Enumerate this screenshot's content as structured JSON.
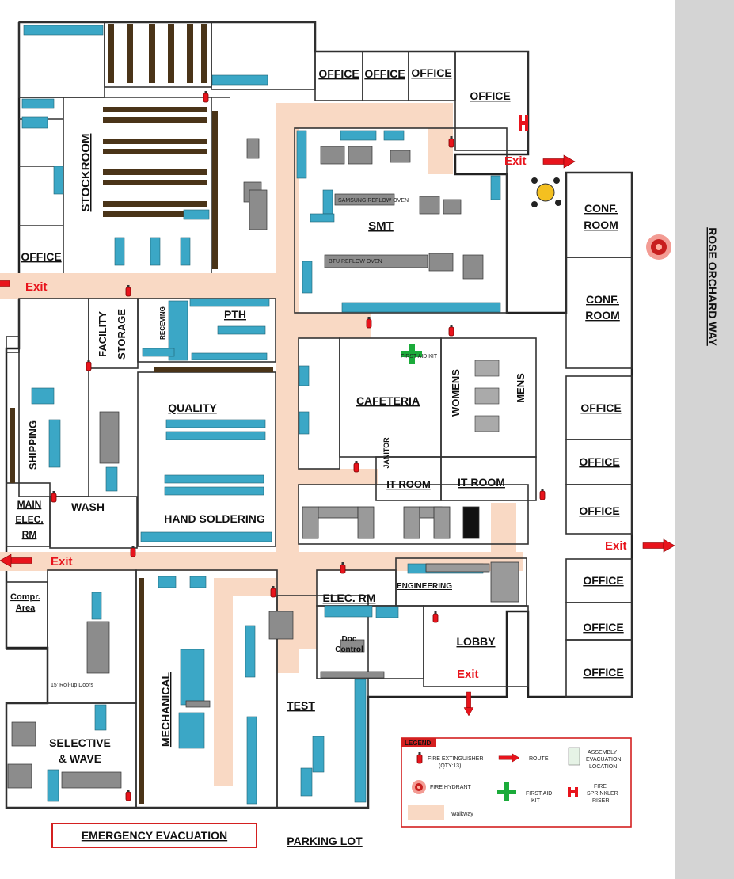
{
  "street": "ROSE ORCHARD WAY",
  "parking_lot": "PARKING LOT",
  "emergency_title": "EMERGENCY EVACUATION",
  "rooms": {
    "office_top1": "OFFICE",
    "office_top2": "OFFICE",
    "office_top3": "OFFICE",
    "office_top4": "OFFICE",
    "stockroom": "STOCKROOM",
    "office_left": "OFFICE",
    "smt": "SMT",
    "conf1_a": "CONF.",
    "conf1_b": "ROOM",
    "conf2_a": "CONF.",
    "conf2_b": "ROOM",
    "facility_a": "FACILITY",
    "facility_b": "STORAGE",
    "receiving": "RECEVING",
    "pth": "PTH",
    "quality": "QUALITY",
    "cafeteria": "CAFETERIA",
    "womens": "WOMENS",
    "mens": "MENS",
    "janitor": "JANITOR",
    "shipping": "SHIPPING",
    "main_elec_a": "MAIN",
    "main_elec_b": "ELEC.",
    "main_elec_c": "RM",
    "wash": "WASH",
    "hand_soldering": "HAND SOLDERING",
    "it_room1": "IT ROOM",
    "it_room2": "IT ROOM",
    "office_r1": "OFFICE",
    "office_r2": "OFFICE",
    "office_r3": "OFFICE",
    "office_r4": "OFFICE",
    "office_r5": "OFFICE",
    "office_r6": "OFFICE",
    "compr_a": "Compr.",
    "compr_b": "Area",
    "elec_rm": "ELEC. RM",
    "engineering": "ENGINEERING",
    "doc_a": "Doc",
    "doc_b": "Control",
    "lobby": "LOBBY",
    "mechanical": "MECHANICAL",
    "test": "TEST",
    "selective_a": "SELECTIVE",
    "selective_b": "& WAVE"
  },
  "exits": {
    "top": "Exit",
    "left": "Exit",
    "bottom_left": "Exit",
    "right": "Exit",
    "lobby": "Exit"
  },
  "notes": {
    "rollup": "15' Roll-up Doors",
    "reflow_oven": "BTU REFLOW OVEN",
    "first_aid_sign": "FIRST AID KIT",
    "samsung_oven": "SAMSUNG REFLOW OVEN"
  },
  "legend": {
    "title": "LEGEND",
    "extinguisher": "FIRE EXTINGUISHER",
    "extinguisher_qty": "(QTY:13)",
    "route": "ROUTE",
    "assembly_a": "ASSEMBLY",
    "assembly_b": "EVACUATION",
    "assembly_c": "LOCATION",
    "hydrant": "FIRE HYDRANT",
    "first_aid_a": "FIRST AID",
    "first_aid_b": "KIT",
    "riser_a": "FIRE",
    "riser_b": "SPRINKLER",
    "riser_c": "RISER",
    "walkway": "Walkway"
  },
  "colors": {
    "walkway": "#f9d9c4",
    "equipment": "#3ba7c6",
    "shelving": "#4a3418",
    "exit_red": "#e8141c",
    "sidebar_gray": "#d4d4d4",
    "first_aid_green": "#1bab3a"
  }
}
